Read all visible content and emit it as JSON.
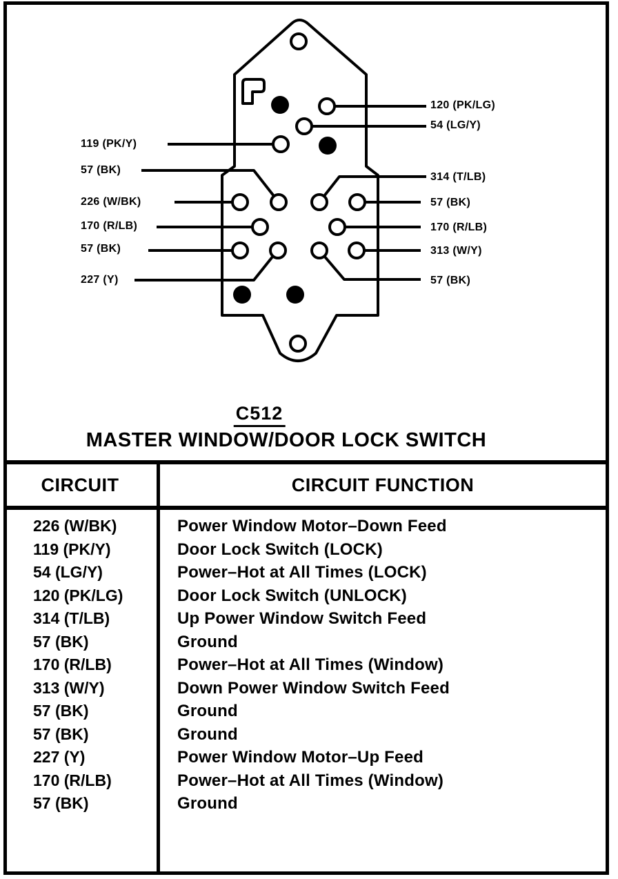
{
  "diagram": {
    "connector_id": "C512",
    "connector_name": "MASTER WINDOW/DOOR LOCK SWITCH",
    "left_labels": [
      "119 (PK/Y)",
      "57 (BK)",
      "226 (W/BK)",
      "170 (R/LB)",
      "57 (BK)",
      "227 (Y)"
    ],
    "right_labels": [
      "120 (PK/LG)",
      "54 (LG/Y)",
      "314 (T/LB)",
      "57 (BK)",
      "170 (R/LB)",
      "313 (W/Y)",
      "57 (BK)"
    ]
  },
  "table": {
    "headers": {
      "circuit": "CIRCUIT",
      "function": "CIRCUIT FUNCTION"
    },
    "rows": [
      {
        "circuit": "226 (W/BK)",
        "function": "Power Window Motor–Down Feed"
      },
      {
        "circuit": "119 (PK/Y)",
        "function": "Door Lock Switch (LOCK)"
      },
      {
        "circuit": "54 (LG/Y)",
        "function": "Power–Hot at All Times (LOCK)"
      },
      {
        "circuit": "120 (PK/LG)",
        "function": "Door Lock Switch (UNLOCK)"
      },
      {
        "circuit": "314 (T/LB)",
        "function": "Up Power Window Switch Feed"
      },
      {
        "circuit": "57 (BK)",
        "function": "Ground"
      },
      {
        "circuit": "170 (R/LB)",
        "function": "Power–Hot at All Times (Window)"
      },
      {
        "circuit": "313 (W/Y)",
        "function": "Down Power Window Switch Feed"
      },
      {
        "circuit": "57 (BK)",
        "function": "Ground"
      },
      {
        "circuit": "57 (BK)",
        "function": "Ground"
      },
      {
        "circuit": "227 (Y)",
        "function": "Power Window Motor–Up Feed"
      },
      {
        "circuit": "170 (R/LB)",
        "function": "Power–Hot at All Times (Window)"
      },
      {
        "circuit": "57 (BK)",
        "function": "Ground"
      }
    ]
  },
  "colors": {
    "ink": "#000000",
    "paper": "#ffffff"
  }
}
